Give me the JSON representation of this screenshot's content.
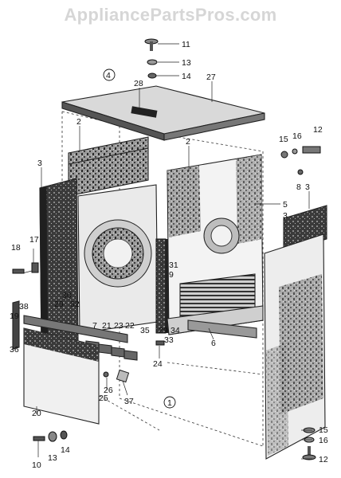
{
  "watermark": "AppliancePartsPros.com",
  "callouts": [
    {
      "id": "c11",
      "text": "11"
    },
    {
      "id": "c13a",
      "text": "13"
    },
    {
      "id": "c14a",
      "text": "14"
    },
    {
      "id": "c4",
      "text": "4"
    },
    {
      "id": "c28",
      "text": "28"
    },
    {
      "id": "c27",
      "text": "27"
    },
    {
      "id": "c2a",
      "text": "2"
    },
    {
      "id": "c2b",
      "text": "2"
    },
    {
      "id": "c15a",
      "text": "15"
    },
    {
      "id": "c16a",
      "text": "16"
    },
    {
      "id": "c12a",
      "text": "12"
    },
    {
      "id": "c8",
      "text": "8"
    },
    {
      "id": "c3a",
      "text": "3"
    },
    {
      "id": "c3b",
      "text": "3"
    },
    {
      "id": "c5",
      "text": "5"
    },
    {
      "id": "c3c",
      "text": "3"
    },
    {
      "id": "c17",
      "text": "17"
    },
    {
      "id": "c18",
      "text": "18"
    },
    {
      "id": "c31",
      "text": "31"
    },
    {
      "id": "c9",
      "text": "9"
    },
    {
      "id": "c30",
      "text": "30"
    },
    {
      "id": "c29a",
      "text": "29"
    },
    {
      "id": "c32",
      "text": "32"
    },
    {
      "id": "c38",
      "text": "38"
    },
    {
      "id": "c19",
      "text": "19"
    },
    {
      "id": "c7",
      "text": "7"
    },
    {
      "id": "c21",
      "text": "21"
    },
    {
      "id": "c23",
      "text": "23"
    },
    {
      "id": "c22",
      "text": "22"
    },
    {
      "id": "c35",
      "text": "35"
    },
    {
      "id": "c29b",
      "text": "29"
    },
    {
      "id": "c34",
      "text": "34"
    },
    {
      "id": "c33",
      "text": "33"
    },
    {
      "id": "c6",
      "text": "6"
    },
    {
      "id": "c36",
      "text": "36"
    },
    {
      "id": "c24",
      "text": "24"
    },
    {
      "id": "c26",
      "text": "26"
    },
    {
      "id": "c25",
      "text": "25"
    },
    {
      "id": "c37",
      "text": "37"
    },
    {
      "id": "c1",
      "text": "1"
    },
    {
      "id": "c20",
      "text": "20"
    },
    {
      "id": "c15b",
      "text": "15"
    },
    {
      "id": "c16b",
      "text": "16"
    },
    {
      "id": "c12b",
      "text": "12"
    },
    {
      "id": "c10",
      "text": "10"
    },
    {
      "id": "c13b",
      "text": "13"
    },
    {
      "id": "c14b",
      "text": "14"
    }
  ]
}
